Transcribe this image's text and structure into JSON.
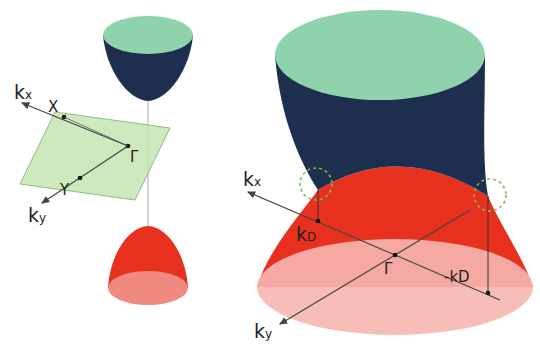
{
  "diagram": {
    "labels": [
      "kx",
      "X",
      "Y",
      "ky",
      "Γ",
      "kx",
      "kD",
      "Γ",
      "-kD",
      "ky"
    ]
  }
}
